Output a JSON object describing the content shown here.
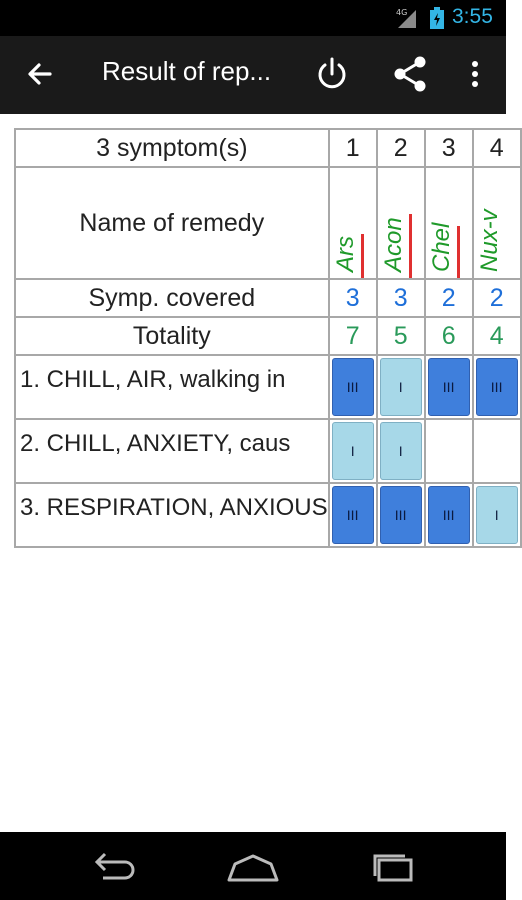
{
  "status_bar": {
    "network": "4G",
    "time": "3:55"
  },
  "action_bar": {
    "title": "Result of rep...",
    "icons": [
      "back-arrow-icon",
      "power-icon",
      "share-icon",
      "overflow-menu-icon"
    ]
  },
  "table": {
    "header_label": "3 symptom(s)",
    "remedy_label": "Name of remedy",
    "covered_label": "Symp. covered",
    "totality_label": "Totality",
    "columns": [
      "1",
      "2",
      "3",
      "4"
    ],
    "remedies": [
      "Ars",
      "Acon",
      "Chel",
      "Nux-v"
    ],
    "covered": [
      "3",
      "3",
      "2",
      "2"
    ],
    "totality": [
      "7",
      "5",
      "6",
      "4"
    ],
    "symptoms": [
      {
        "text": "1. CHILL, AIR, walking in",
        "grades": [
          "III",
          "I",
          "III",
          "III"
        ]
      },
      {
        "text": "2. CHILL, ANXIETY, caus",
        "grades": [
          "I",
          "I",
          "",
          ""
        ]
      },
      {
        "text": "3. RESPIRATION, ANXIOUS",
        "grades": [
          "III",
          "III",
          "III",
          "I"
        ]
      }
    ]
  },
  "colors": {
    "grade_strong": "#3f7fdc",
    "grade_weak": "#a7d8e8",
    "remedy_text": "#1f9a2a",
    "covered_text": "#1e6fd9",
    "totality_text": "#2a9a5a",
    "accent": "#33b5e5"
  }
}
